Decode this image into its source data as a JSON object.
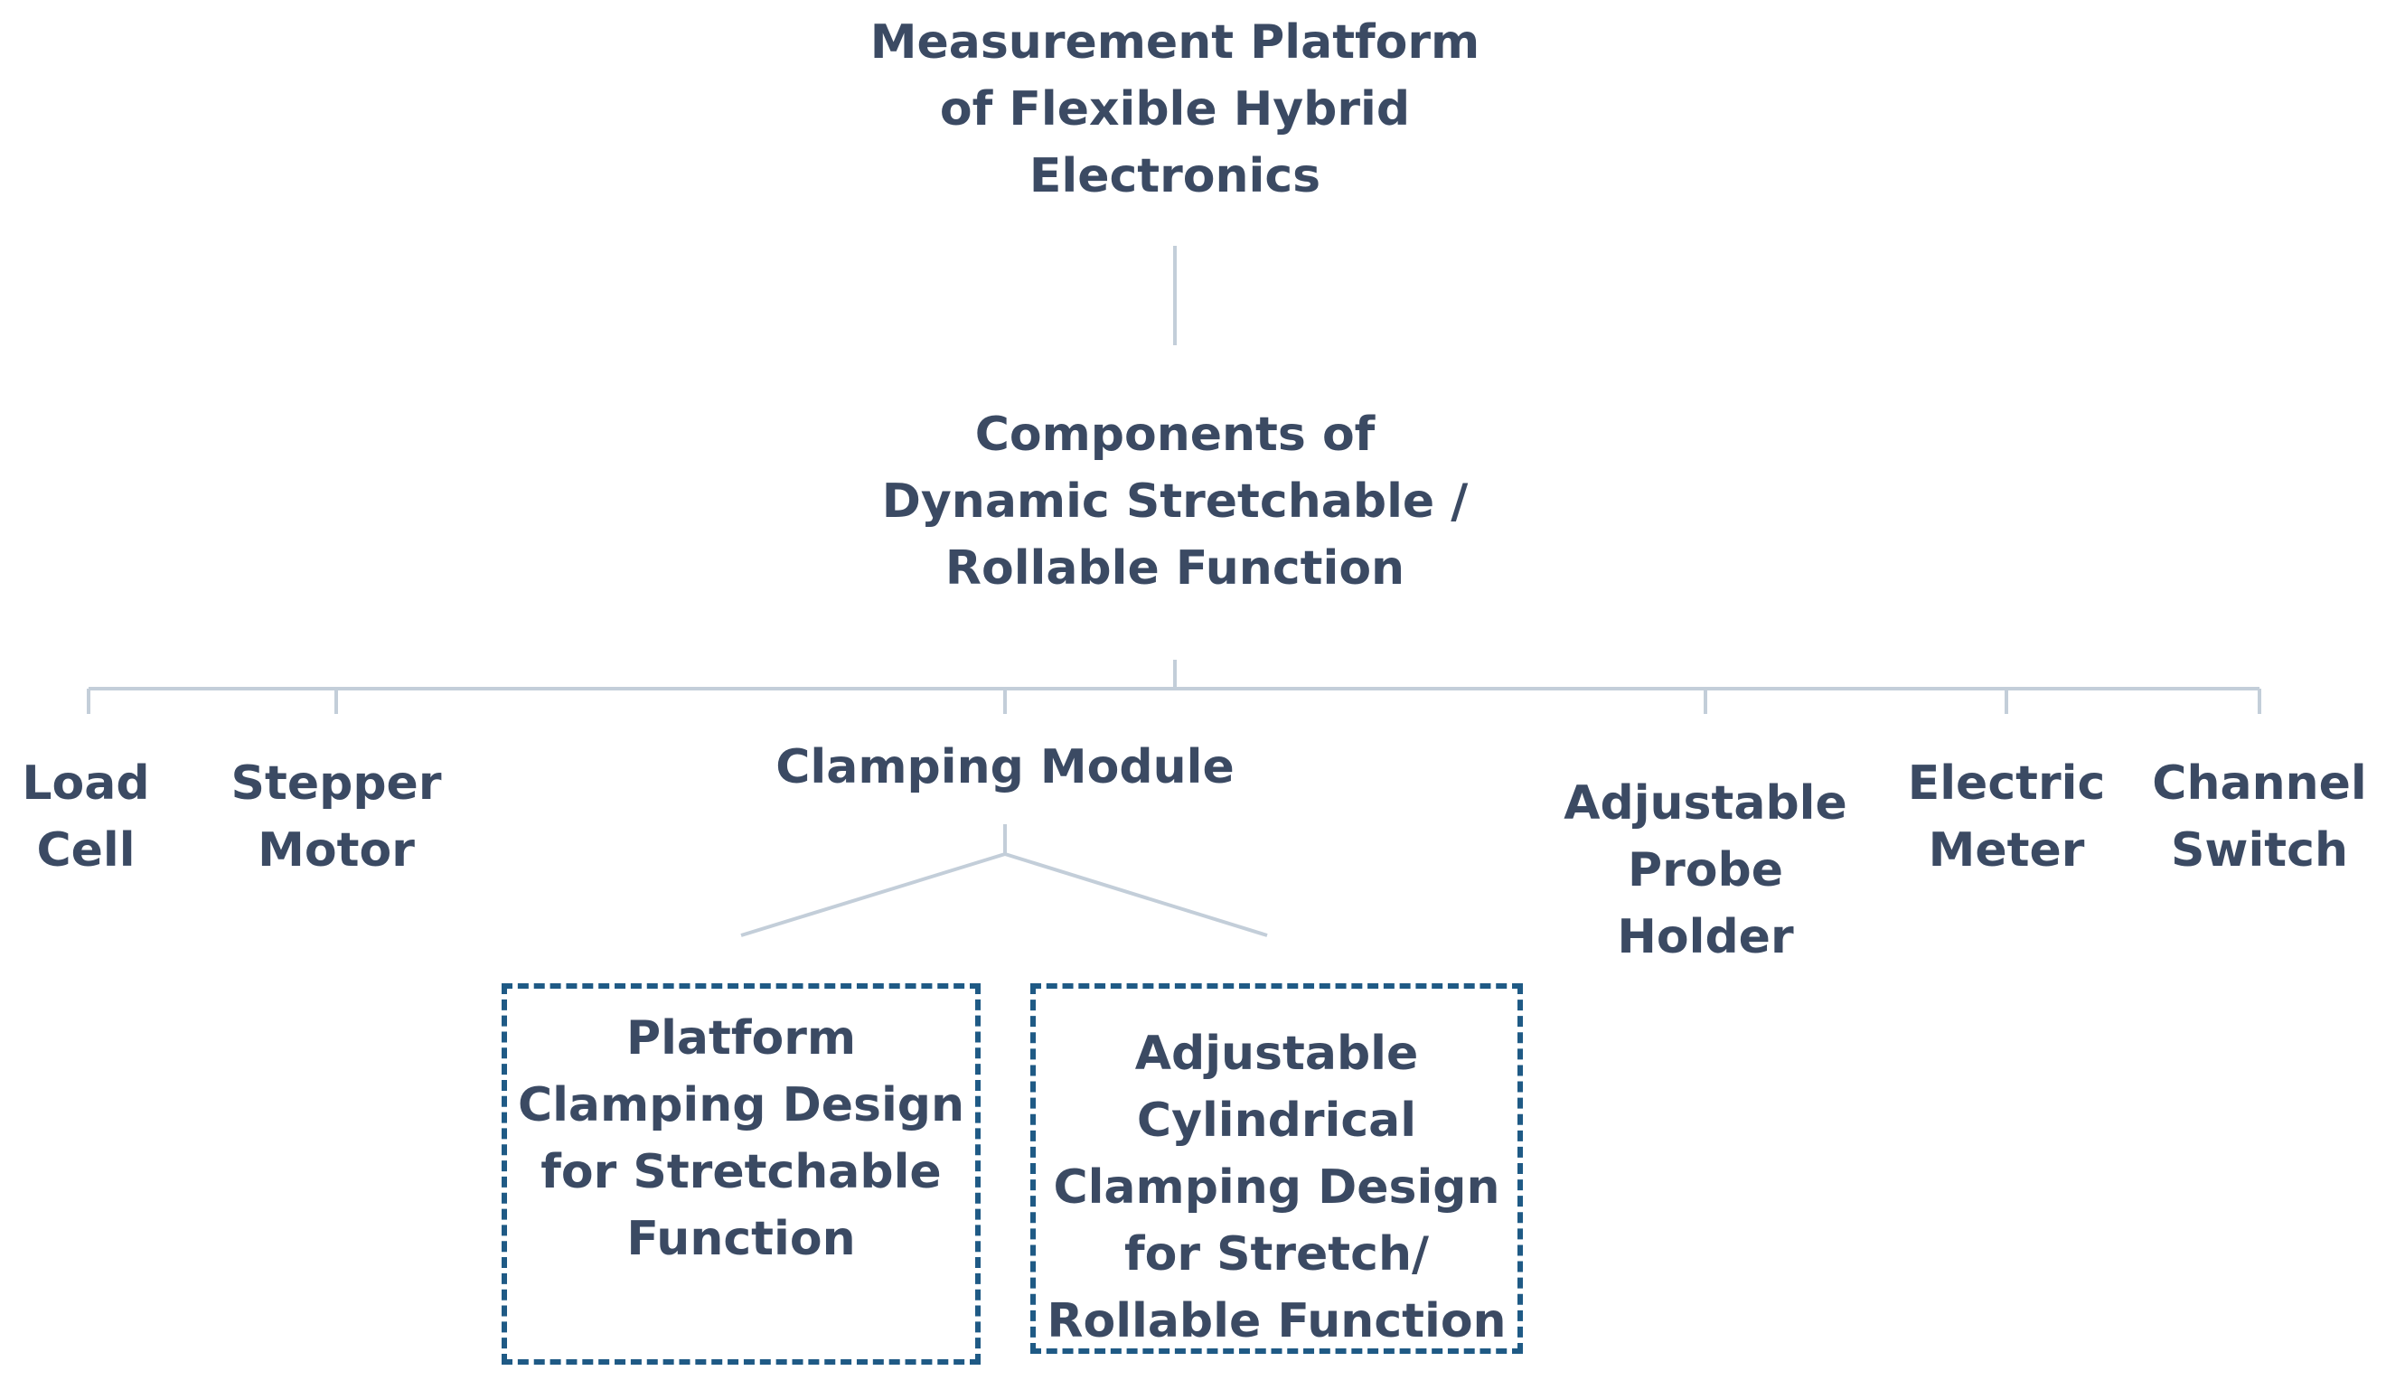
{
  "diagram": {
    "root": {
      "lines": [
        "Measurement Platform",
        "of Flexible Hybrid",
        "Electronics"
      ]
    },
    "level1": {
      "lines": [
        "Components of",
        "Dynamic Stretchable /",
        "Rollable Function"
      ]
    },
    "components": [
      {
        "id": "load-cell",
        "lines": [
          "Load",
          "Cell"
        ]
      },
      {
        "id": "stepper-motor",
        "lines": [
          "Stepper",
          "Motor"
        ]
      },
      {
        "id": "clamping-module",
        "lines": [
          "Clamping Module"
        ]
      },
      {
        "id": "adjustable-probe-holder",
        "lines": [
          "Adjustable",
          "Probe",
          "Holder"
        ]
      },
      {
        "id": "electric-meter",
        "lines": [
          "Electric",
          "Meter"
        ]
      },
      {
        "id": "channel-switch",
        "lines": [
          "Channel",
          "Switch"
        ]
      }
    ],
    "sub_components": [
      {
        "id": "platform-clamping-design",
        "lines": [
          "Platform",
          "Clamping Design",
          "for Stretchable",
          "Function"
        ]
      },
      {
        "id": "cylindrical-clamping-design",
        "lines": [
          "Adjustable",
          "Cylindrical",
          "Clamping Design",
          "for Stretch/",
          "Rollable Function"
        ]
      }
    ],
    "colors": {
      "text": "#3b4a63",
      "connector": "#c3ced9",
      "dashed_border": "#1f5a85"
    }
  }
}
